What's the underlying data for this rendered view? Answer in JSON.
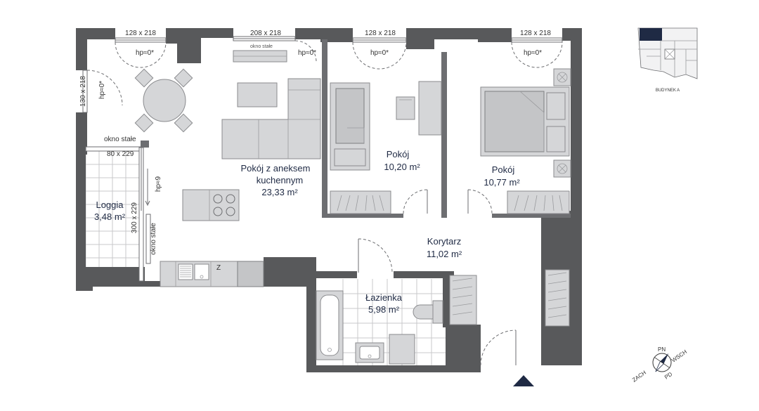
{
  "rooms": {
    "living": {
      "label_line1": "Pokój z aneksem",
      "label_line2": "kuchennym",
      "area": "23,33 m²"
    },
    "room1": {
      "label": "Pokój",
      "area": "10,20 m²"
    },
    "room2": {
      "label": "Pokój",
      "area": "10,77 m²"
    },
    "corridor": {
      "label": "Korytarz",
      "area": "11,02 m²"
    },
    "bathroom": {
      "label": "Łazienka",
      "area": "5,98 m²"
    },
    "loggia": {
      "label": "Loggia",
      "area": "3,48 m²"
    }
  },
  "windows": {
    "w1": {
      "dim": "128 x 218",
      "hp": "hp≈0*"
    },
    "w2": {
      "dim": "208 x 218",
      "fixed": "okno stałe",
      "hp": "hp≈0*"
    },
    "w3": {
      "dim": "128 x 218",
      "hp": "hp≈0*"
    },
    "w4": {
      "dim": "128 x 218",
      "hp": "hp≈0*"
    },
    "w_left": {
      "dim": "130 x 218",
      "hp": "hp≈0*"
    },
    "w_loggia_top": {
      "fixed": "okno stałe",
      "dim": "80 x 229"
    },
    "w_loggia_door": {
      "dim": "300 x 229",
      "hp": "hp≈9"
    },
    "w_loggia_side": {
      "fixed": "okno stałe"
    }
  },
  "keyplan": {
    "label": "BUDYNEK A",
    "accent": "#1f2a44"
  },
  "compass": {
    "n": "PN",
    "e": "WSCH",
    "s": "PD",
    "w": "ZACH"
  },
  "fridge_mark": "Z",
  "colors": {
    "wall": "#58595b",
    "accent": "#1f2a44"
  }
}
